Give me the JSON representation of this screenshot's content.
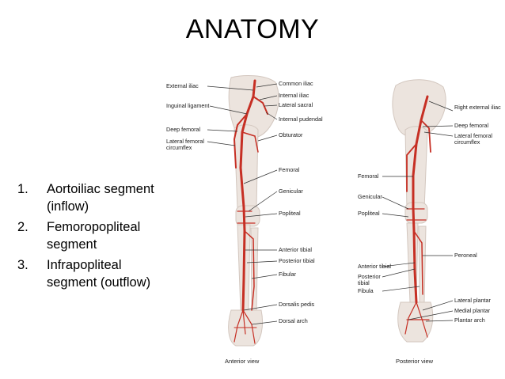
{
  "title": "ANATOMY",
  "segments": [
    {
      "num": "1.",
      "text": "Aortoiliac segment (inflow)"
    },
    {
      "num": "2.",
      "text": "Femoropopliteal segment"
    },
    {
      "num": "3.",
      "text": "Infrapopliteal segment (outflow)"
    }
  ],
  "anterior": {
    "view_label": "Anterior view",
    "left_labels": {
      "external_iliac": "External iliac",
      "inguinal_ligament": "Inguinal ligament",
      "deep_femoral": "Deep femoral",
      "lateral_femoral_circumflex": "Lateral femoral circumflex"
    },
    "right_labels": {
      "common_iliac": "Common iliac",
      "internal_iliac": "Internal iliac",
      "lateral_sacral": "Lateral sacral",
      "internal_pudendal": "Internal pudendal",
      "obturator": "Obturator",
      "femoral": "Femoral",
      "genicular": "Genicular",
      "popliteal": "Popliteal",
      "anterior_tibial": "Anterior tibial",
      "posterior_tibial": "Posterior tibial",
      "fibular": "Fibular",
      "dorsalis_pedis": "Dorsalis pedis",
      "dorsal_arch": "Dorsal arch"
    }
  },
  "posterior": {
    "view_label": "Posterior view",
    "left_labels": {
      "femoral": "Femoral",
      "genicular": "Genicular",
      "popliteal": "Popliteal",
      "anterior_tibial": "Anterior tibial",
      "posterior_tibial": "Posterior tibial",
      "fibula": "Fibula"
    },
    "right_labels": {
      "right_external_iliac": "Right external iliac",
      "deep_femoral": "Deep femoral",
      "lateral_femoral_circumflex": "Lateral femoral circumflex",
      "peroneal": "Peroneal",
      "lateral_plantar": "Lateral plantar",
      "medial_plantar": "Medial plantar",
      "plantar_arch": "Plantar arch"
    }
  },
  "colors": {
    "artery": "#c62f24",
    "bone": "#ece4de",
    "bone_outline": "#d3c7bf",
    "leader": "#333333"
  }
}
